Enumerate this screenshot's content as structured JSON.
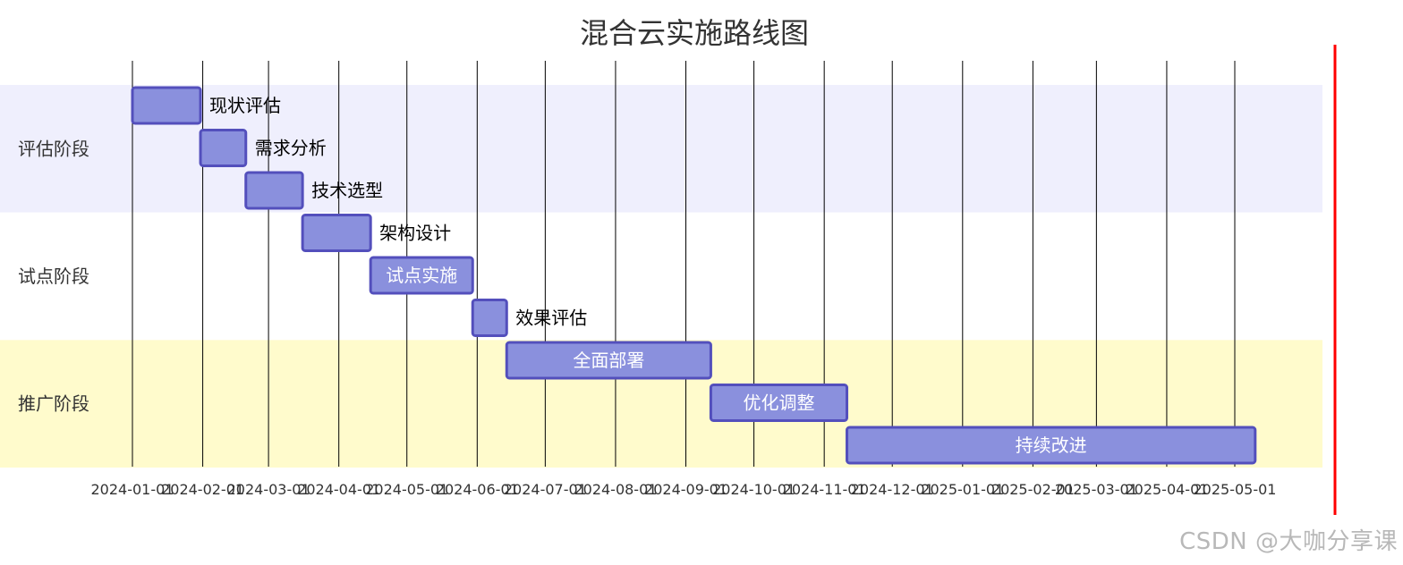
{
  "chart_data": {
    "type": "gantt",
    "title": "混合云实施路线图",
    "sections": [
      {
        "name": "评估阶段",
        "color": "#efeffd",
        "tasks": [
          {
            "name": "现状评估",
            "start": "2024-01-01",
            "end": "2024-01-31"
          },
          {
            "name": "需求分析",
            "start": "2024-01-31",
            "end": "2024-02-20"
          },
          {
            "name": "技术选型",
            "start": "2024-02-20",
            "end": "2024-03-16"
          }
        ]
      },
      {
        "name": "试点阶段",
        "color": "#ffffff",
        "tasks": [
          {
            "name": "架构设计",
            "start": "2024-03-16",
            "end": "2024-04-15"
          },
          {
            "name": "试点实施",
            "start": "2024-04-15",
            "end": "2024-05-30"
          },
          {
            "name": "效果评估",
            "start": "2024-05-30",
            "end": "2024-06-14"
          }
        ]
      },
      {
        "name": "推广阶段",
        "color": "#fffbcc",
        "tasks": [
          {
            "name": "全面部署",
            "start": "2024-06-14",
            "end": "2024-09-12"
          },
          {
            "name": "优化调整",
            "start": "2024-09-12",
            "end": "2024-11-11"
          },
          {
            "name": "持续改进",
            "start": "2024-11-11",
            "end": "2025-05-10"
          }
        ]
      }
    ],
    "ticks": [
      "2024-01-01",
      "2024-02-01",
      "2024-03-01",
      "2024-04-01",
      "2024-05-01",
      "2024-06-01",
      "2024-07-01",
      "2024-08-01",
      "2024-09-01",
      "2024-10-01",
      "2024-11-01",
      "2024-12-01",
      "2025-01-01",
      "2025-02-01",
      "2025-03-01",
      "2025-04-01",
      "2025-05-01"
    ],
    "x_range": [
      "2024-01-01",
      "2025-05-01"
    ],
    "grid": true,
    "today_marker": true,
    "colors": {
      "bar_fill": "#8a90dd",
      "bar_stroke": "#534fbc",
      "grid": "#000000",
      "today": "#ff0000",
      "title": "#333333"
    }
  },
  "watermark": "CSDN @大咖分享课"
}
